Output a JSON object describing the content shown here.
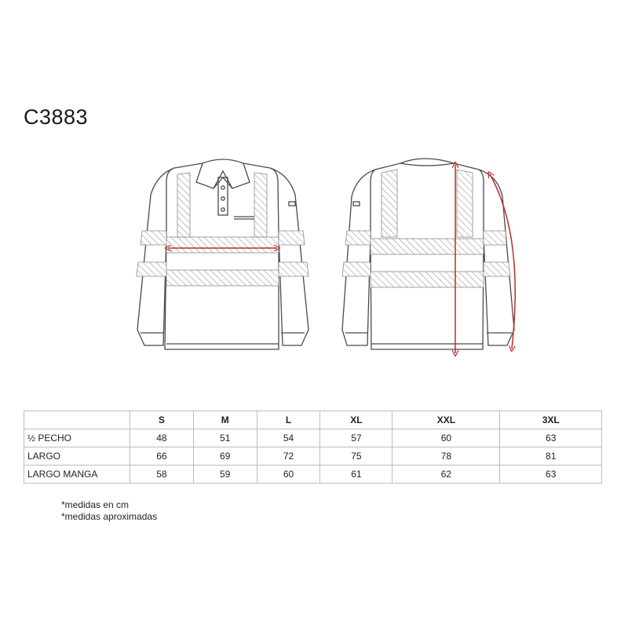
{
  "title": "C3883",
  "table": {
    "headers": [
      "",
      "S",
      "M",
      "L",
      "XL",
      "XXL",
      "3XL"
    ],
    "rows": [
      {
        "label": "½  PECHO",
        "values": [
          "48",
          "51",
          "54",
          "57",
          "60",
          "63"
        ]
      },
      {
        "label": "LARGO",
        "values": [
          "66",
          "69",
          "72",
          "75",
          "78",
          "81"
        ]
      },
      {
        "label": "LARGO MANGA",
        "values": [
          "58",
          "59",
          "60",
          "61",
          "62",
          "63"
        ]
      }
    ]
  },
  "notes": [
    "*medidas en cm",
    "*medidas aproximadas"
  ],
  "colors": {
    "measure_line": "#c0282e",
    "outline": "#4a4a4a",
    "band": "#d8d8d8"
  }
}
